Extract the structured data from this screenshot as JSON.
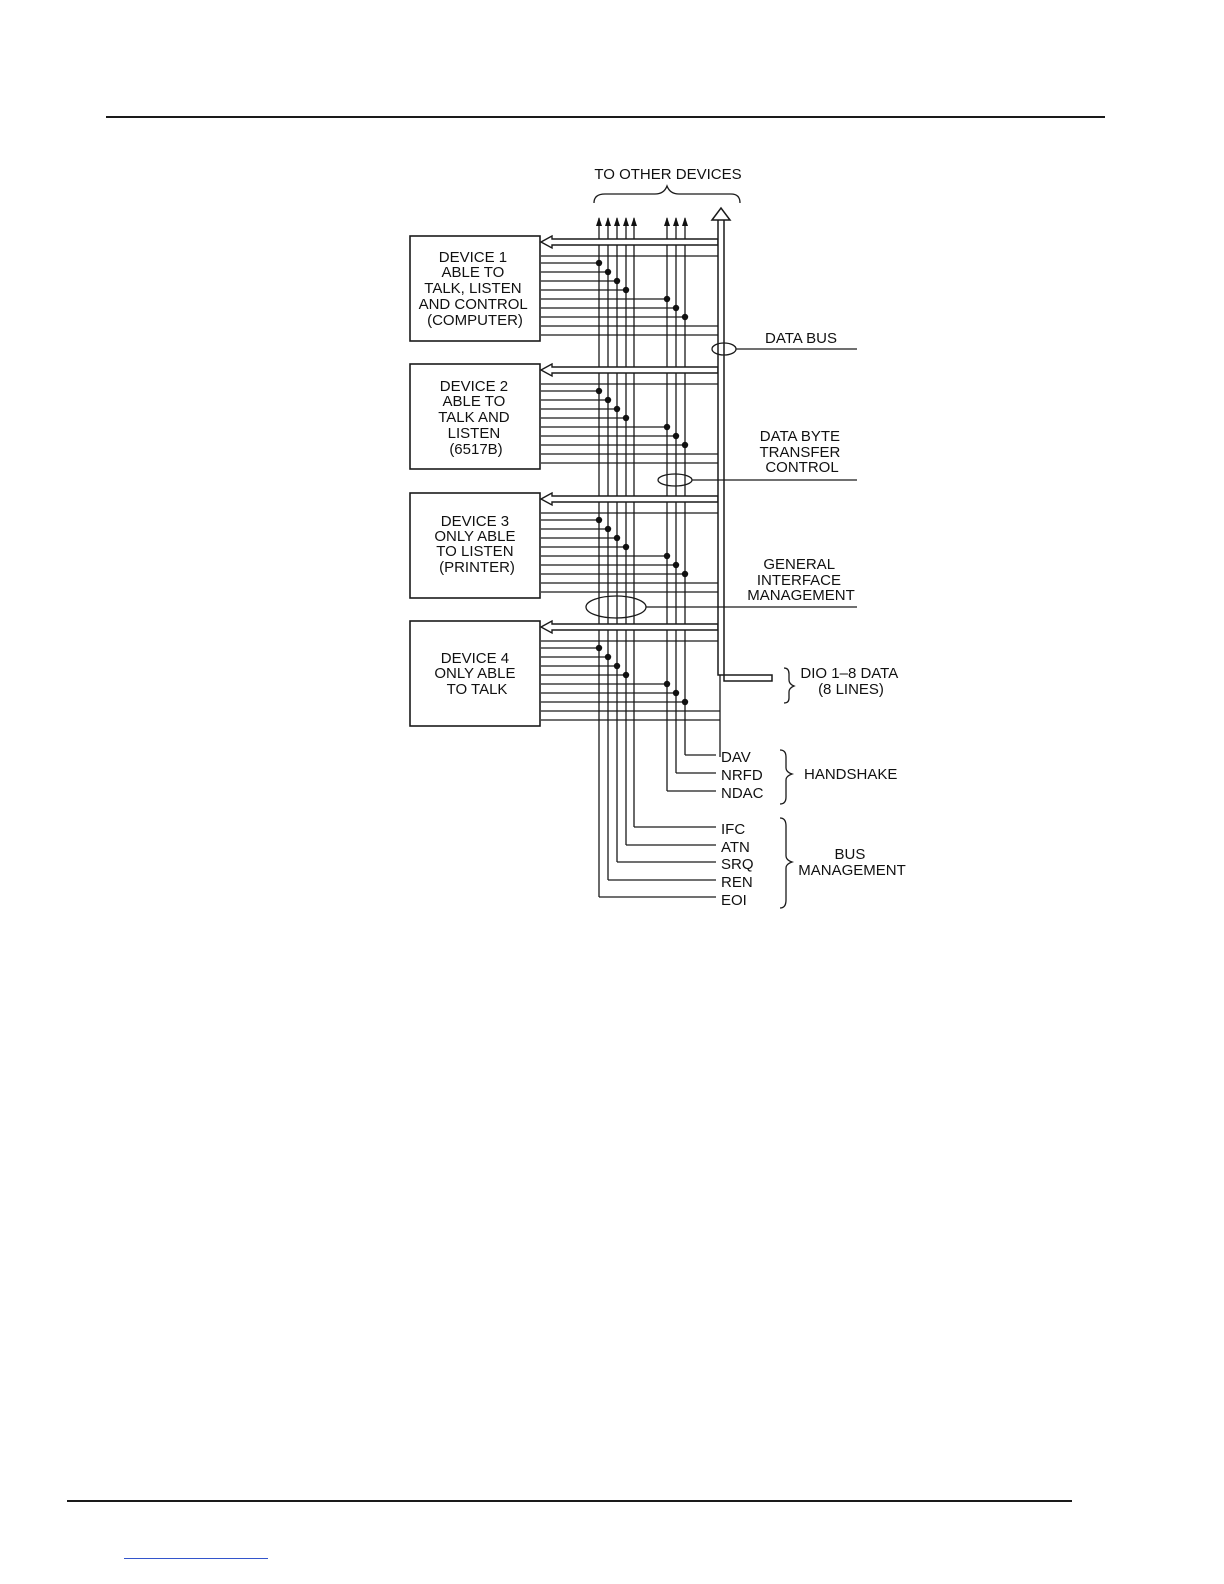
{
  "devices": [
    {
      "lines": [
        "DEVICE 1",
        "ABLE TO",
        "TALK, LISTEN",
        "AND CONTROL",
        "(COMPUTER)"
      ]
    },
    {
      "lines": [
        "DEVICE 2",
        "ABLE TO",
        "TALK AND",
        "LISTEN",
        "(6517B)"
      ]
    },
    {
      "lines": [
        "DEVICE 3",
        "ONLY ABLE",
        "TO LISTEN",
        "(PRINTER)"
      ]
    },
    {
      "lines": [
        "DEVICE 4",
        "ONLY ABLE",
        "TO TALK"
      ]
    }
  ],
  "labels": {
    "top": "TO OTHER DEVICES",
    "data_bus": "DATA BUS",
    "dbtc": [
      "DATA BYTE",
      "TRANSFER",
      "CONTROL"
    ],
    "gim": [
      "GENERAL",
      "INTERFACE",
      "MANAGEMENT"
    ],
    "dio": [
      "DIO 1–8 DATA",
      "(8 LINES)"
    ]
  },
  "handshake": {
    "group": "HANDSHAKE",
    "lines": [
      "DAV",
      "NRFD",
      "NDAC"
    ]
  },
  "bus_management": {
    "group": [
      "BUS",
      "MANAGEMENT"
    ],
    "lines": [
      "IFC",
      "ATN",
      "SRQ",
      "REN",
      "EOI"
    ]
  }
}
